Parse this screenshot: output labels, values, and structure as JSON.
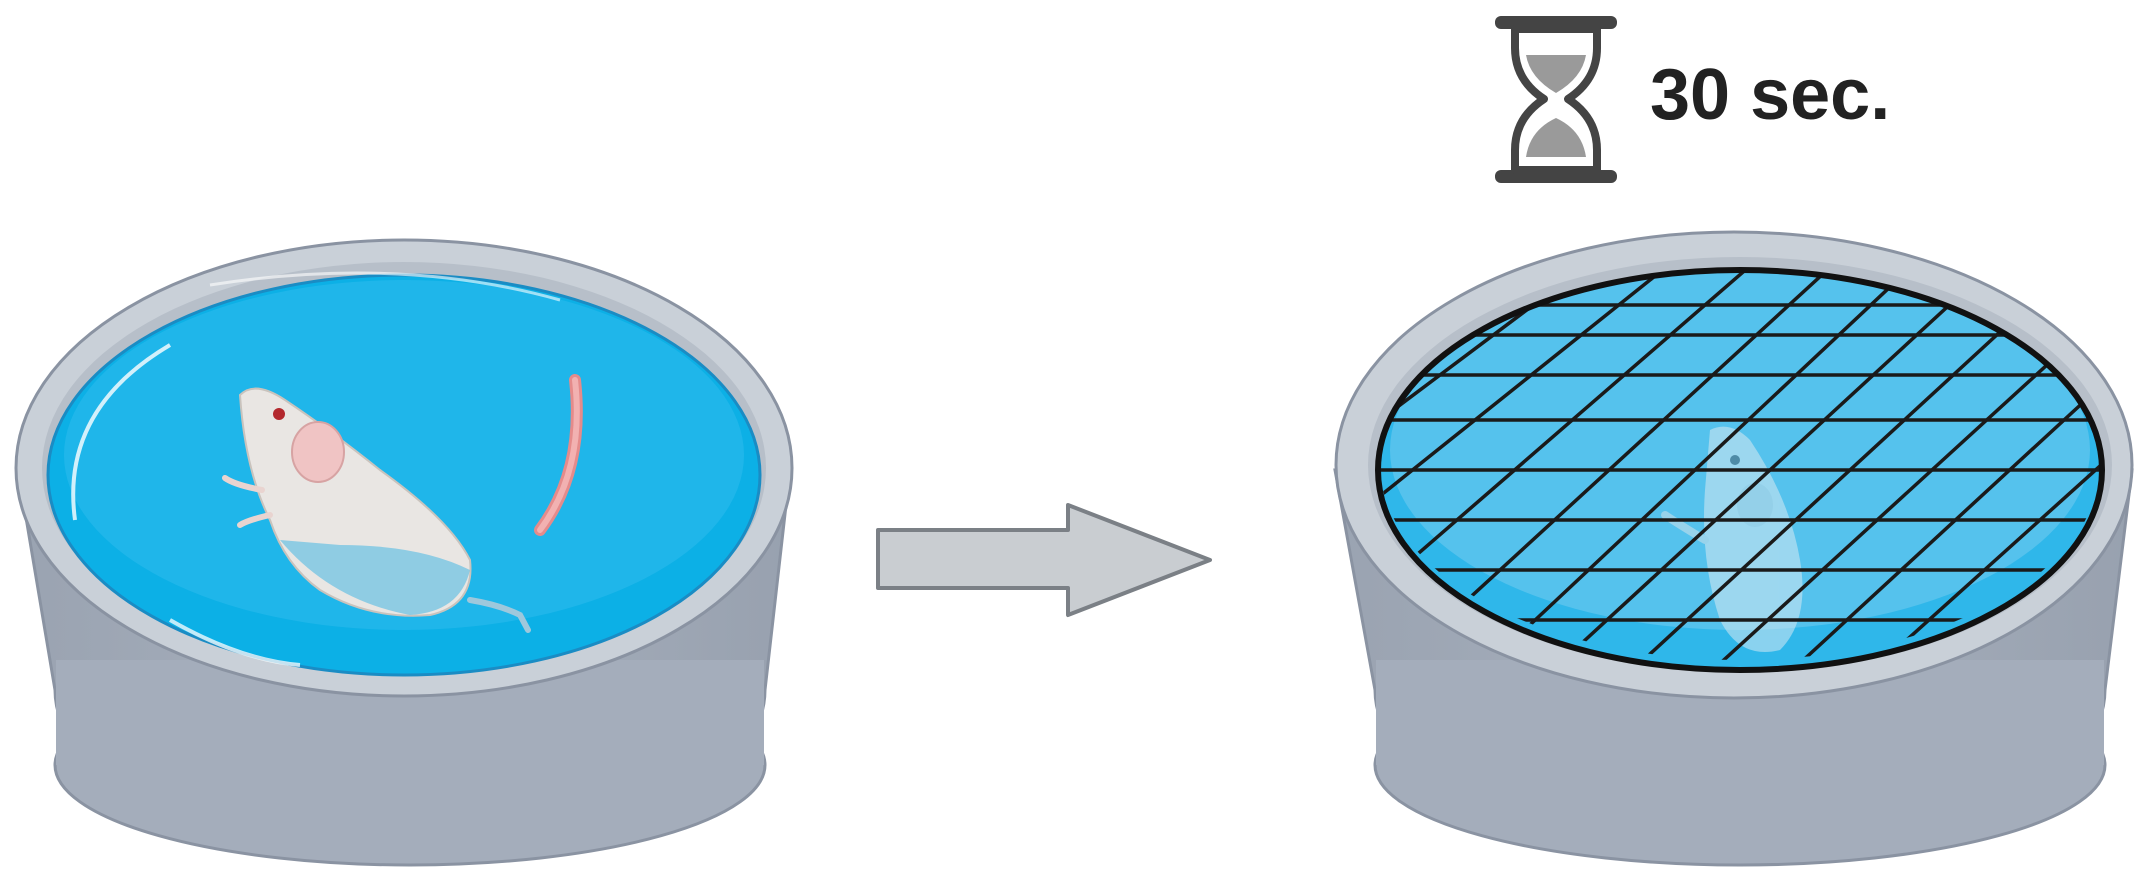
{
  "timer": {
    "label": "30 sec.",
    "icon": "hourglass-icon"
  },
  "panels": [
    {
      "name": "pool-with-mouse-swimming",
      "icon": "swimming-mouse-icon"
    },
    {
      "name": "pool-covered-with-grid",
      "icon": "grid-cover-icon"
    }
  ],
  "arrow": {
    "icon": "right-arrow-icon"
  },
  "colors": {
    "water": "#0cb0e6",
    "water_light": "#5cc6ee",
    "pool_wall": "#a4adbb",
    "pool_rim": "#c7ced6",
    "arrow_fill": "#c9cdd1",
    "arrow_stroke": "#7b8086",
    "grid": "#1a1a1a",
    "text": "#222222"
  }
}
